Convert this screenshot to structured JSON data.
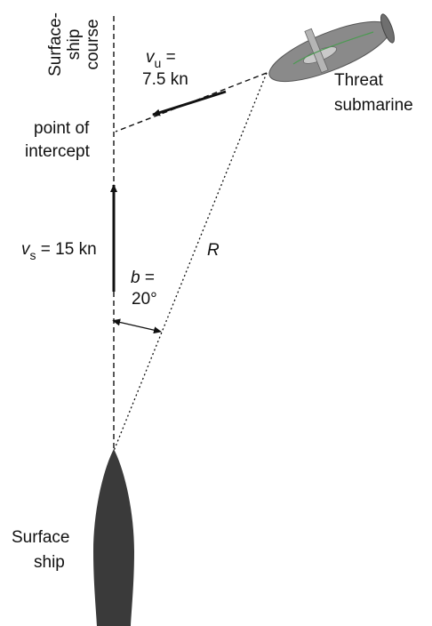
{
  "labels": {
    "course_line1": "Surface-",
    "course_line2": "ship",
    "course_line3": "course",
    "vu_symbol": "v",
    "vu_sub": "u",
    "vu_eq": " =",
    "vu_value": "7.5 kn",
    "threat_line1": "Threat",
    "threat_line2": "submarine",
    "intercept_line1": "point of",
    "intercept_line2": "intercept",
    "vs_symbol": "v",
    "vs_sub": "s",
    "vs_value": " = 15 kn",
    "range_symbol": "R",
    "bearing_symbol": "b",
    "bearing_eq": " =",
    "bearing_value": "20°",
    "ship_line1": "Surface",
    "ship_line2": "ship"
  },
  "colors": {
    "line": "#111111",
    "ship_fill": "#3a3a3a",
    "sub_hull": "#8a8a8a",
    "sub_fin": "#b5b5b5",
    "sub_accent": "#4c9a52"
  }
}
